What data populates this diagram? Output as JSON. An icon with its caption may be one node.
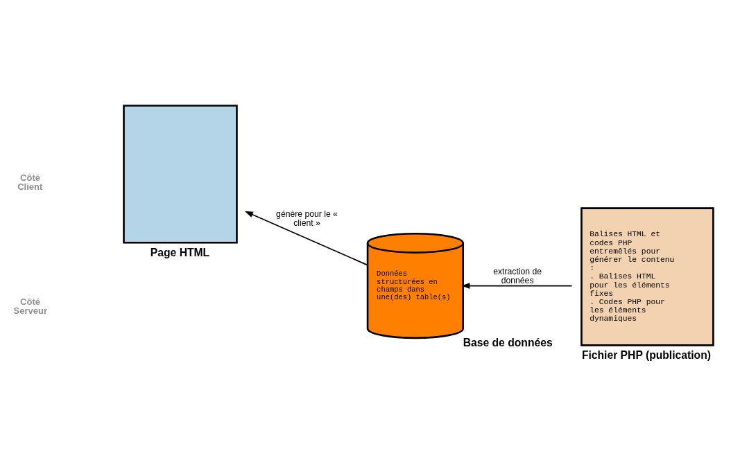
{
  "diagram": {
    "nodes": [
      {
        "text": [
          "Page HTML"
        ]
      },
      {
        "text": [
          "Balises HTML et codes PHP entremêlés pour générer le contenu :",
          ". Balises HTML pour les éléments fixes",
          ". Codes PHP pour les éléments dynamiques",
          "Fichier PHP (publication)"
        ]
      },
      {
        "text": [
          "Données structurées en champs dans une(des) table(s)",
          "Base de données"
        ]
      }
    ],
    "edges": [
      {
        "from": 1,
        "to": 2,
        "arrow": "to",
        "label": "extraction de données"
      },
      {
        "from": 2,
        "to": 0,
        "arrow": "to",
        "label": "génère pour le « client »"
      }
    ],
    "labels": [
      "Côté Client",
      "Côté Serveur"
    ]
  }
}
